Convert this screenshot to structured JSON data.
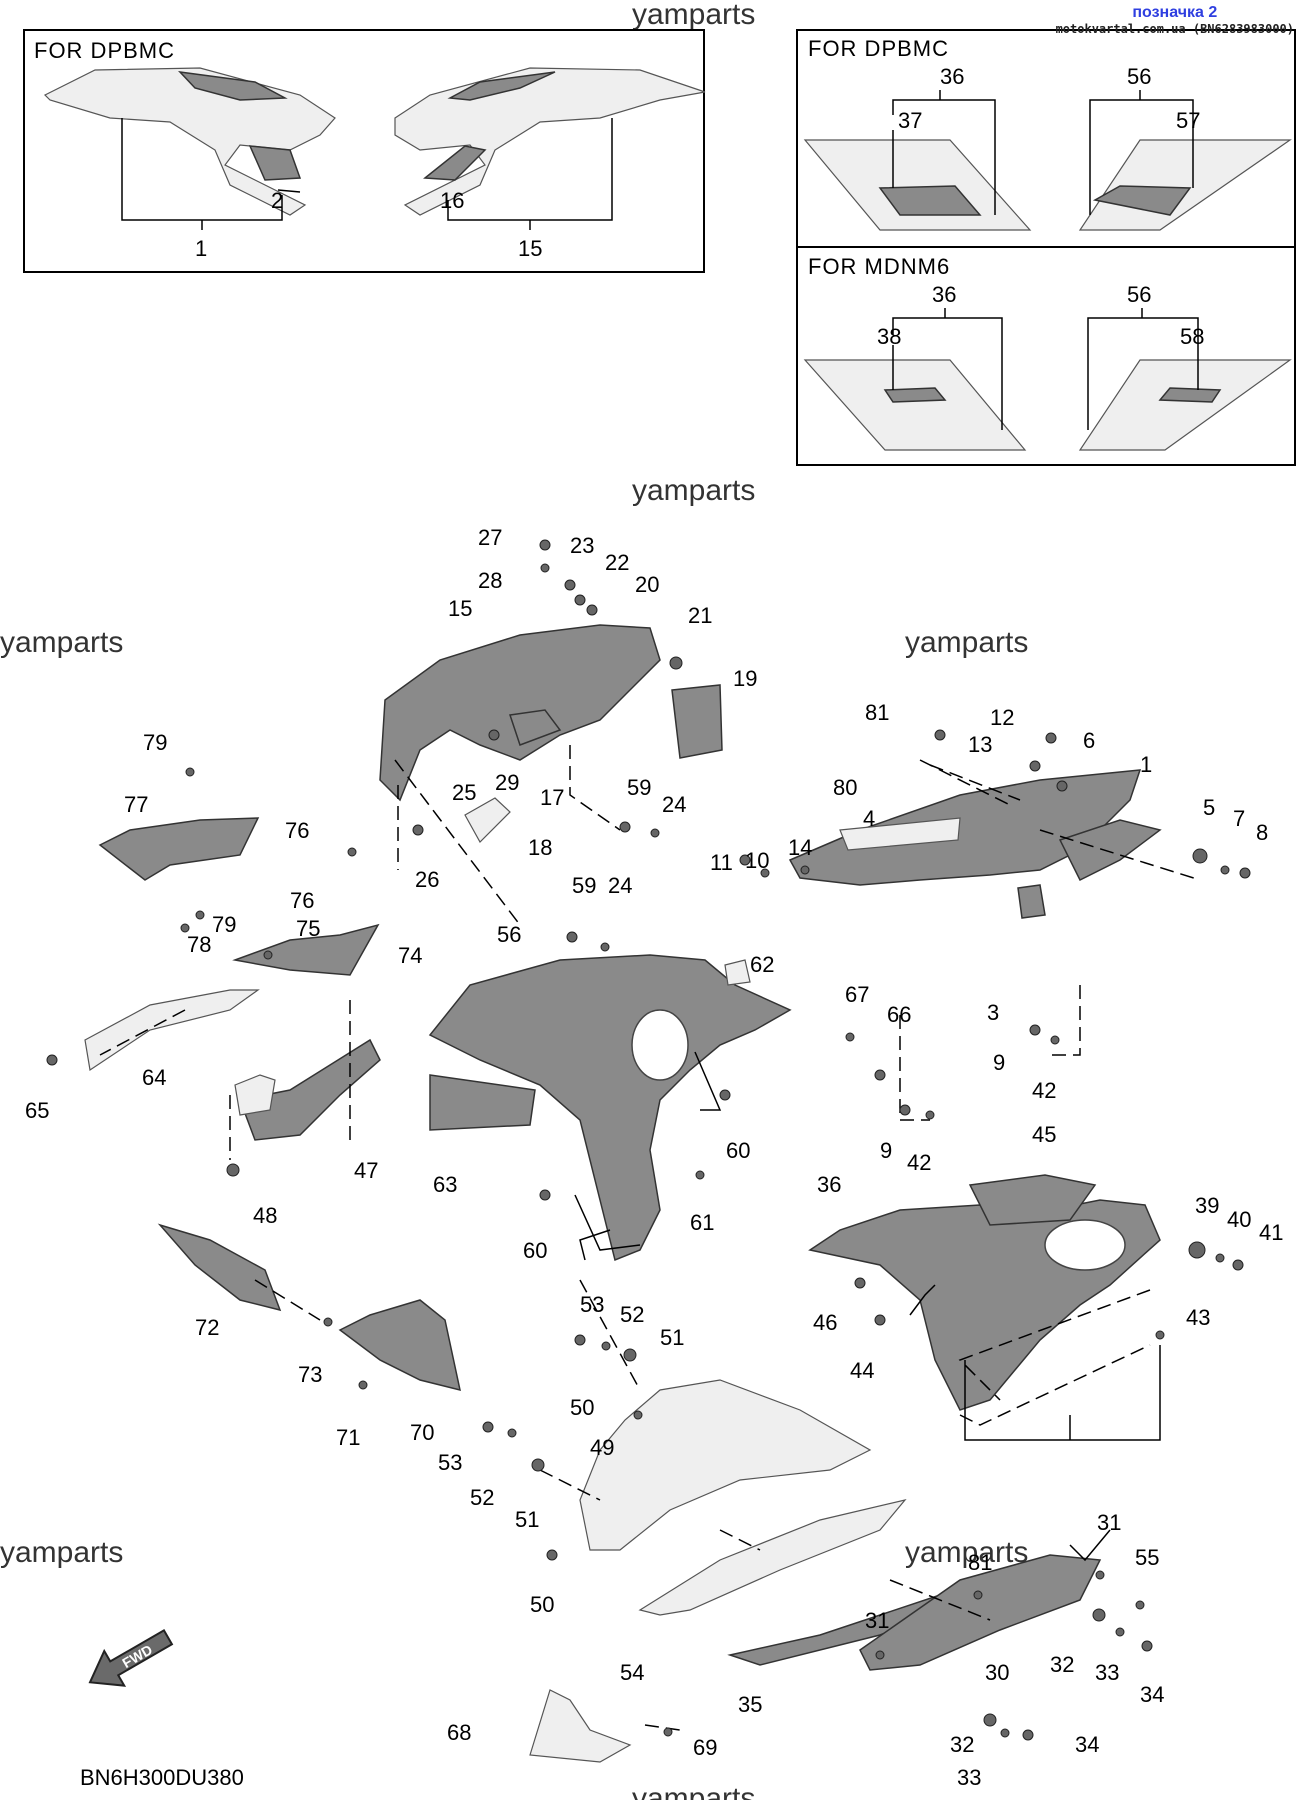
{
  "header": {
    "mark": "позначка 2",
    "source": "motokvartal.com.ua (BN6283983000)"
  },
  "watermarks": [
    "yamparts",
    "yamparts",
    "yamparts",
    "yamparts",
    "yamparts",
    "yamparts",
    "yamparts"
  ],
  "insets": [
    {
      "title": "FOR  DPBMC",
      "labels": [
        "1",
        "2",
        "15",
        "16"
      ]
    },
    {
      "title": "FOR  DPBMC",
      "labels": [
        "36",
        "37",
        "56",
        "57"
      ]
    },
    {
      "title": "FOR  MDNM6",
      "labels": [
        "36",
        "38",
        "56",
        "58"
      ]
    }
  ],
  "callouts": [
    "27",
    "23",
    "22",
    "20",
    "28",
    "21",
    "15",
    "19",
    "81",
    "12",
    "6",
    "13",
    "1",
    "29",
    "25",
    "17",
    "80",
    "59",
    "24",
    "5",
    "7",
    "8",
    "79",
    "77",
    "18",
    "4",
    "14",
    "76",
    "26",
    "11",
    "10",
    "59",
    "24",
    "76",
    "75",
    "78",
    "79",
    "74",
    "56",
    "62",
    "3",
    "67",
    "66",
    "64",
    "9",
    "42",
    "65",
    "60",
    "47",
    "9",
    "42",
    "45",
    "63",
    "36",
    "39",
    "40",
    "41",
    "61",
    "48",
    "60",
    "72",
    "46",
    "43",
    "53",
    "52",
    "51",
    "73",
    "44",
    "71",
    "70",
    "50",
    "49",
    "53",
    "52",
    "51",
    "31",
    "55",
    "50",
    "81",
    "31",
    "32",
    "33",
    "34",
    "54",
    "30",
    "35",
    "68",
    "69",
    "32",
    "33",
    "34"
  ],
  "footer": {
    "code": "BN6H300DU380",
    "fwd": "FWD"
  }
}
